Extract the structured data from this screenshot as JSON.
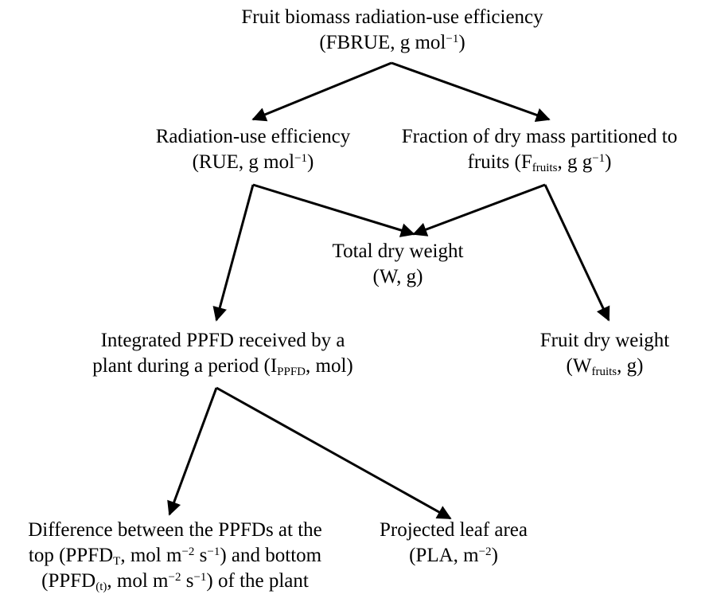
{
  "colors": {
    "ink": "#000000",
    "background": "#ffffff"
  },
  "nodes": {
    "fbrue": {
      "line1": "Fruit biomass radiation-use efficiency",
      "line2_pre": "(FBRUE, g mol",
      "line2_sup": "−1",
      "line2_post": ")"
    },
    "rue": {
      "line1": "Radiation-use efficiency",
      "line2_pre": "(RUE, g mol",
      "line2_sup": "−1",
      "line2_post": ")"
    },
    "ffruits": {
      "line1": "Fraction of dry mass partitioned to",
      "line2_pre": "fruits (F",
      "line2_sub": "fruits",
      "line2_mid": ", g g",
      "line2_sup": "−1",
      "line2_post": ")"
    },
    "w": {
      "line1": "Total dry weight",
      "line2": "(W, g)"
    },
    "ippfd": {
      "line1": "Integrated PPFD received by a",
      "line2_pre": "plant during a period (I",
      "line2_sub": "PPFD",
      "line2_post": ", mol)"
    },
    "wfruits": {
      "line1": "Fruit dry weight",
      "line2_pre": "(W",
      "line2_sub": "fruits",
      "line2_post": ", g)"
    },
    "ppfd_diff": {
      "line1": "Difference between the PPFDs at the",
      "line2_a": "top (PPFD",
      "line2_sub": "T",
      "line2_b": ", mol m",
      "line2_sup1": "−2",
      "line2_c": " s",
      "line2_sup2": "−1",
      "line2_d": ") and bottom",
      "line3_a": "(PPFD",
      "line3_sub": "(t)",
      "line3_b": ", mol m",
      "line3_sup1": "−2",
      "line3_c": " s",
      "line3_sup2": "−1",
      "line3_d": ") of the plant"
    },
    "pla": {
      "line1": "Projected leaf area",
      "line2_pre": "(PLA, m",
      "line2_sup": "−2",
      "line2_post": ")"
    }
  }
}
